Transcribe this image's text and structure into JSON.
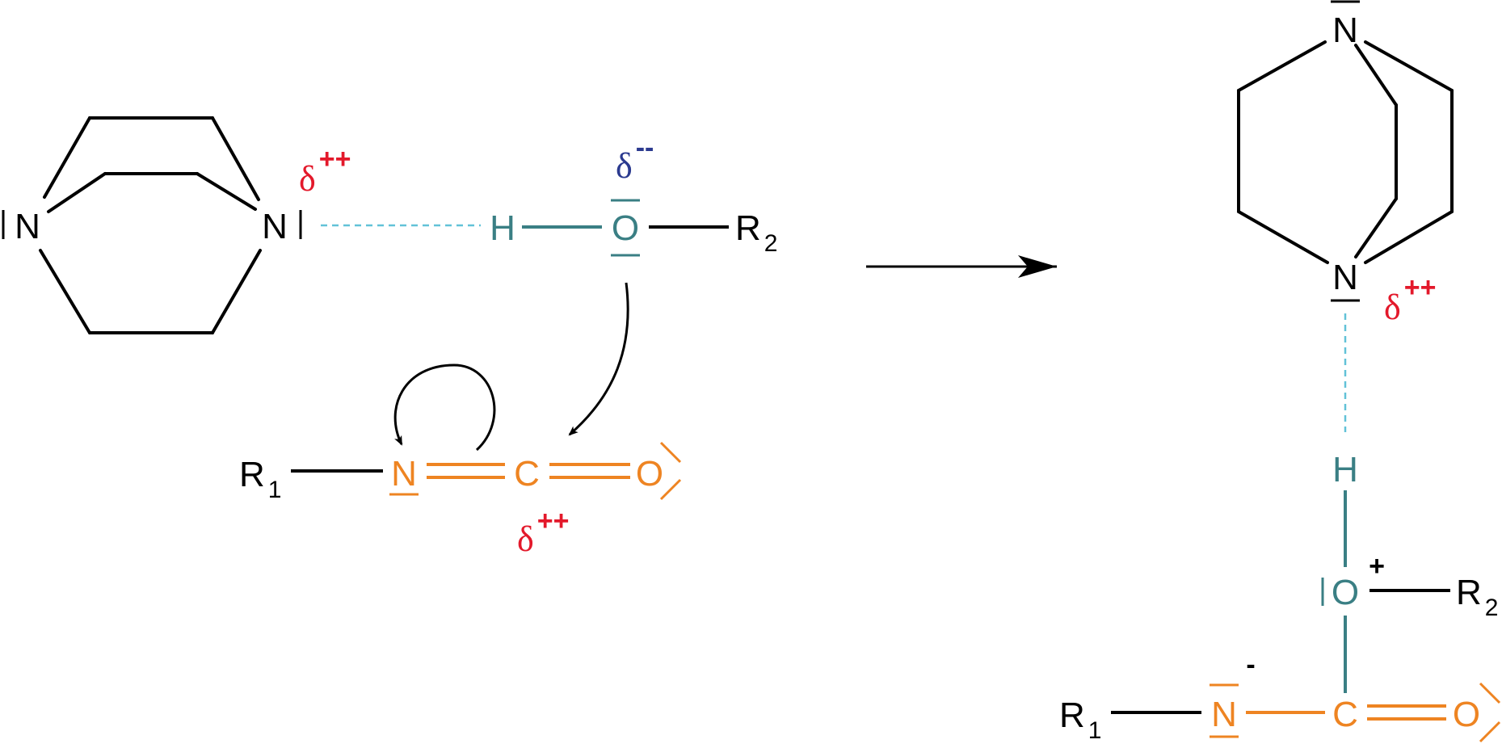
{
  "colors": {
    "black": "#000000",
    "teal": "#3a7f84",
    "orange": "#ee8422",
    "red": "#e3192b",
    "blue": "#2b3a8f",
    "hbond": "#62c2d8"
  },
  "reactant": {
    "dabco": {
      "n_left": "N",
      "n_right": "N",
      "delta_symbol": "δ",
      "delta_charge": "++"
    },
    "alcohol": {
      "h": "H",
      "o": "O",
      "r": "R",
      "r_sub": "2",
      "delta_symbol": "δ",
      "delta_charge": "--"
    },
    "isocyanate": {
      "r": "R",
      "r_sub": "1",
      "n": "N",
      "c": "C",
      "o": "O",
      "delta_symbol": "δ",
      "delta_charge": "++"
    }
  },
  "product": {
    "dabco": {
      "n_top": "N",
      "n_bottom": "N",
      "delta_symbol": "δ",
      "delta_charge": "++"
    },
    "h": "H",
    "o": "O",
    "o_charge": "+",
    "r2": "R",
    "r2_sub": "2",
    "r1": "R",
    "r1_sub": "1",
    "n": "N",
    "n_charge": "-",
    "c": "C",
    "o2": "O"
  }
}
